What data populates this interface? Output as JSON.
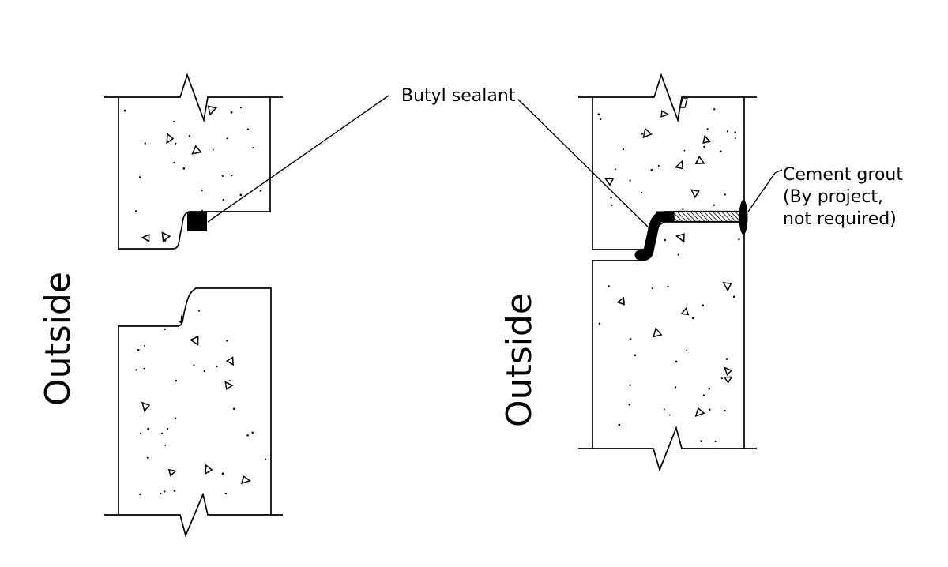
{
  "drawing": {
    "labels": {
      "butyl_sealant": "Butyl sealant",
      "cement_grout_line1": "Cement grout",
      "cement_grout_line2": "(By project,",
      "cement_grout_line3": "not required)",
      "outside_left": "Outside",
      "outside_right": "Outside"
    },
    "colors": {
      "line": "#000000",
      "sealant_fill": "#000000",
      "grout_hatch": "#000000",
      "background": "#ffffff"
    }
  }
}
